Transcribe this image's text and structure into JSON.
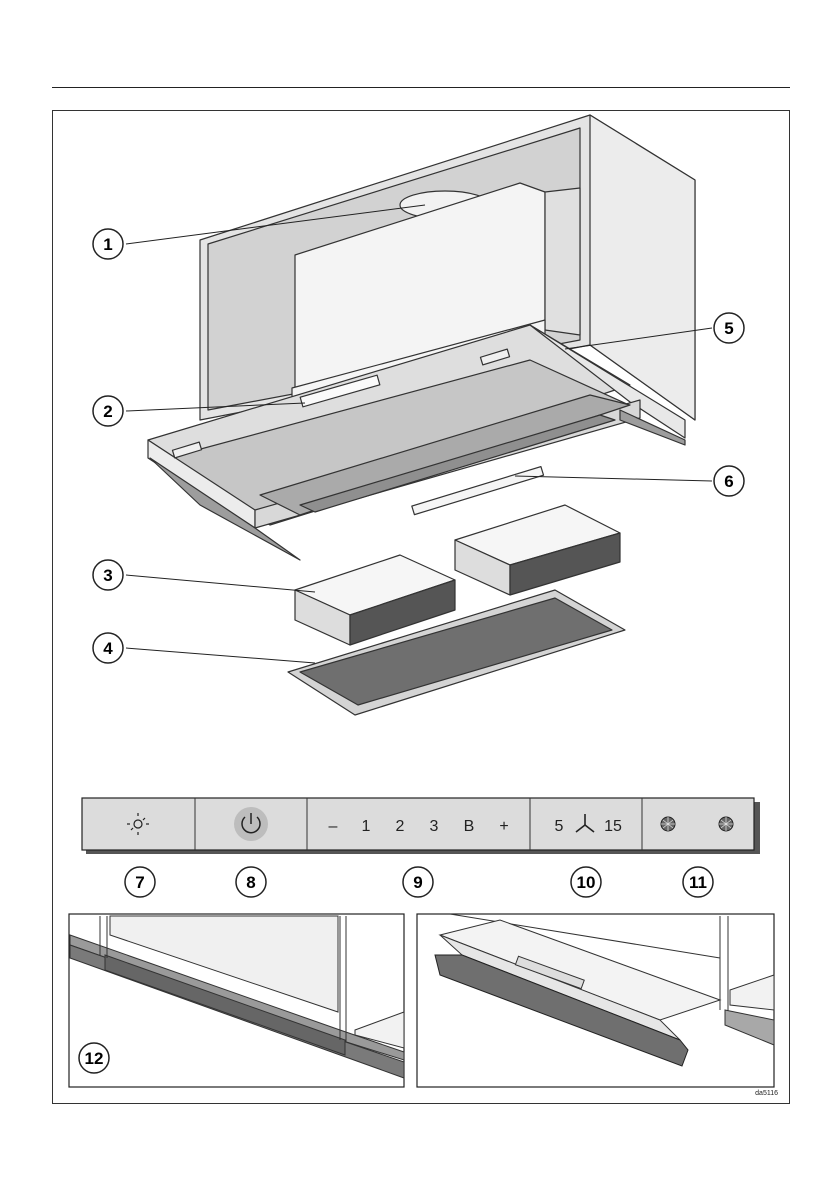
{
  "callouts": [
    "1",
    "2",
    "3",
    "4",
    "5",
    "6",
    "7",
    "8",
    "9",
    "10",
    "11",
    "12"
  ],
  "panel": {
    "light_icon": "sun-icon",
    "power_icon": "power-icon",
    "minus": "–",
    "speed_1": "1",
    "speed_2": "2",
    "speed_3": "3",
    "booster": "B",
    "plus": "+",
    "timer_min": "5",
    "fan_icon": "fan-icon",
    "timer_max": "15",
    "filter_icon_grease": "grease-filter-icon",
    "filter_icon_odour": "odour-filter-icon"
  },
  "reference_code": "da5116"
}
